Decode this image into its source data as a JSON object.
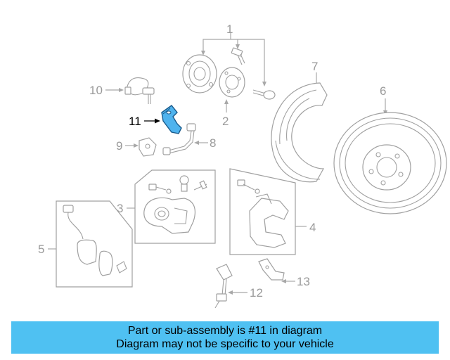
{
  "diagram": {
    "callouts": [
      "1",
      "2",
      "3",
      "4",
      "5",
      "6",
      "7",
      "8",
      "9",
      "10",
      "11",
      "12",
      "13"
    ],
    "highlight_color": "#4fb3ee"
  },
  "banner": {
    "line1": "Part or sub-assembly is #11 in diagram",
    "line2": "Diagram may not be specific to your vehicle",
    "bg_color": "#4fc1f2"
  }
}
